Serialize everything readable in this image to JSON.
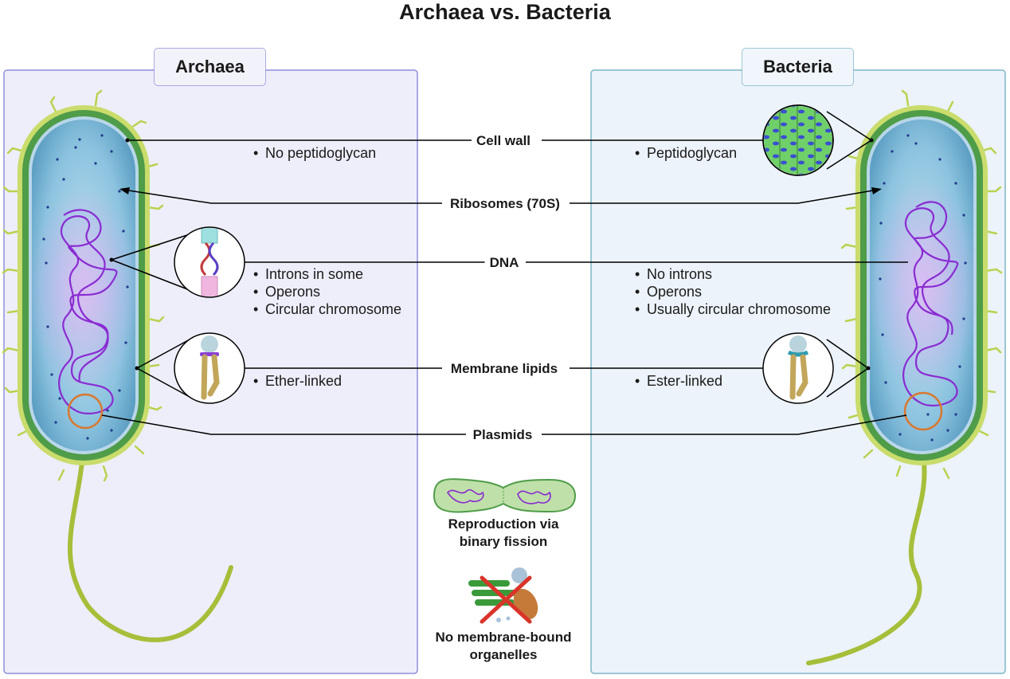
{
  "title": "Archaea vs. Bacteria",
  "panels": {
    "archaea": {
      "label": "Archaea"
    },
    "bacteria": {
      "label": "Bacteria"
    }
  },
  "features": [
    {
      "label": "Cell wall",
      "archaea": [
        "No peptidoglycan"
      ],
      "bacteria": [
        "Peptidoglycan"
      ]
    },
    {
      "label": "Ribosomes (70S)",
      "archaea": [],
      "bacteria": []
    },
    {
      "label": "DNA",
      "archaea": [
        "Introns in some",
        "Operons",
        "Circular chromosome"
      ],
      "bacteria": [
        "No introns",
        "Operons",
        "Usually circular chromosome"
      ]
    },
    {
      "label": "Membrane lipids",
      "archaea": [
        "Ether-linked"
      ],
      "bacteria": [
        "Ester-linked"
      ]
    },
    {
      "label": "Plasmids",
      "archaea": [],
      "bacteria": []
    }
  ],
  "shared": {
    "reproduction": [
      "Reproduction via",
      "binary fission"
    ],
    "organelles": [
      "No membrane-bound",
      "organelles"
    ]
  },
  "colors": {
    "archaea_panel": "#eeeefb",
    "archaea_border": "#8f8fdc",
    "bacteria_panel": "#ecf3fa",
    "bacteria_border": "#7fb6c8",
    "cell_wall": "#5aa84a",
    "capsule": "#c7dc6a",
    "cytoplasm": "#6fb0d0",
    "dna": "#8a2bd2",
    "plasmid": "#d9782e",
    "ribosome": "#1f3c8a"
  }
}
